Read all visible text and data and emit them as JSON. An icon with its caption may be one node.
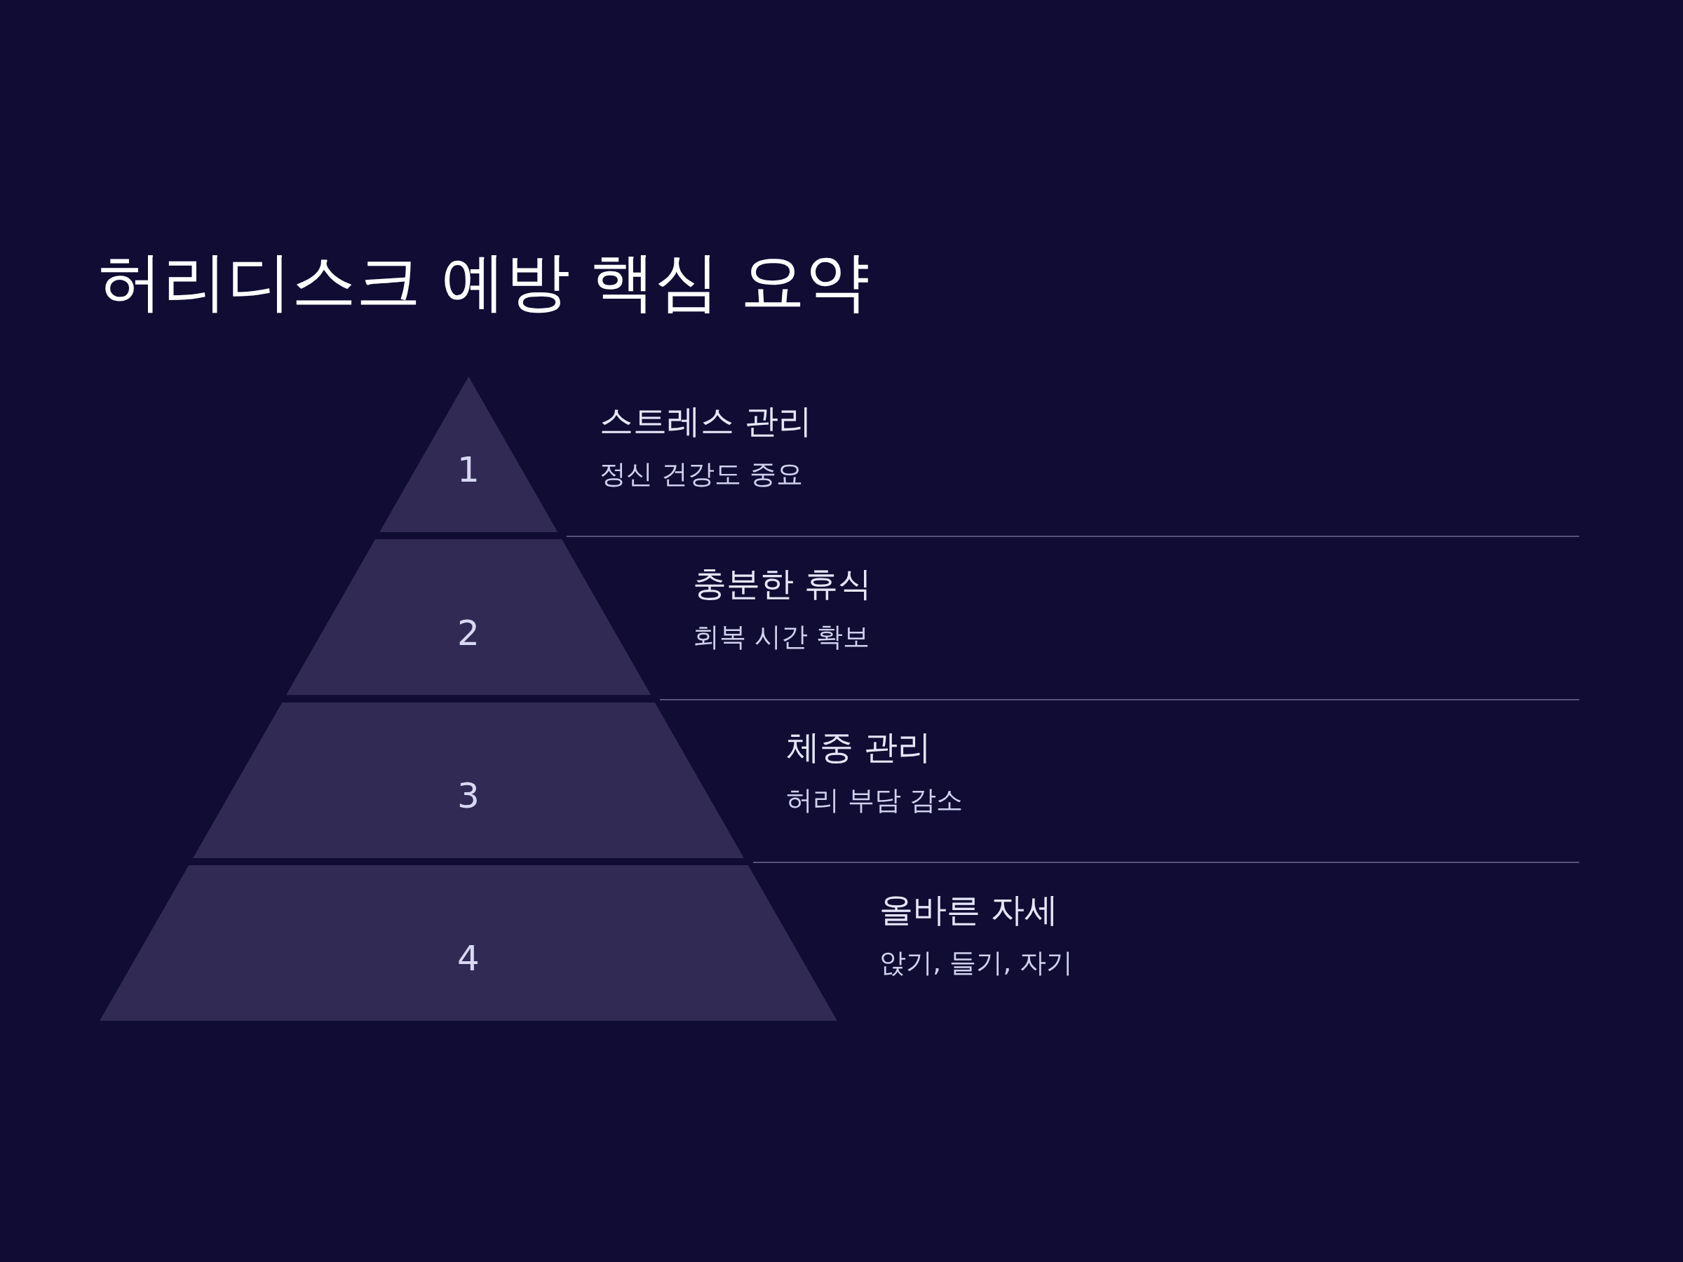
{
  "diagram": {
    "title": "허리디스크 예방 핵심 요약",
    "nodes": [
      {
        "text": [
          "1"
        ],
        "beside": [
          "스트레스 관리",
          "정신 건강도 중요"
        ]
      },
      {
        "text": [
          "2"
        ],
        "beside": [
          "충분한 휴식",
          "회복 시간 확보"
        ]
      },
      {
        "text": [
          "3"
        ],
        "beside": [
          "체중 관리",
          "허리 부담 감소"
        ]
      },
      {
        "text": [
          "4"
        ],
        "beside": [
          "올바른 자세",
          "앉기, 들기, 자기"
        ]
      }
    ],
    "edges": []
  }
}
